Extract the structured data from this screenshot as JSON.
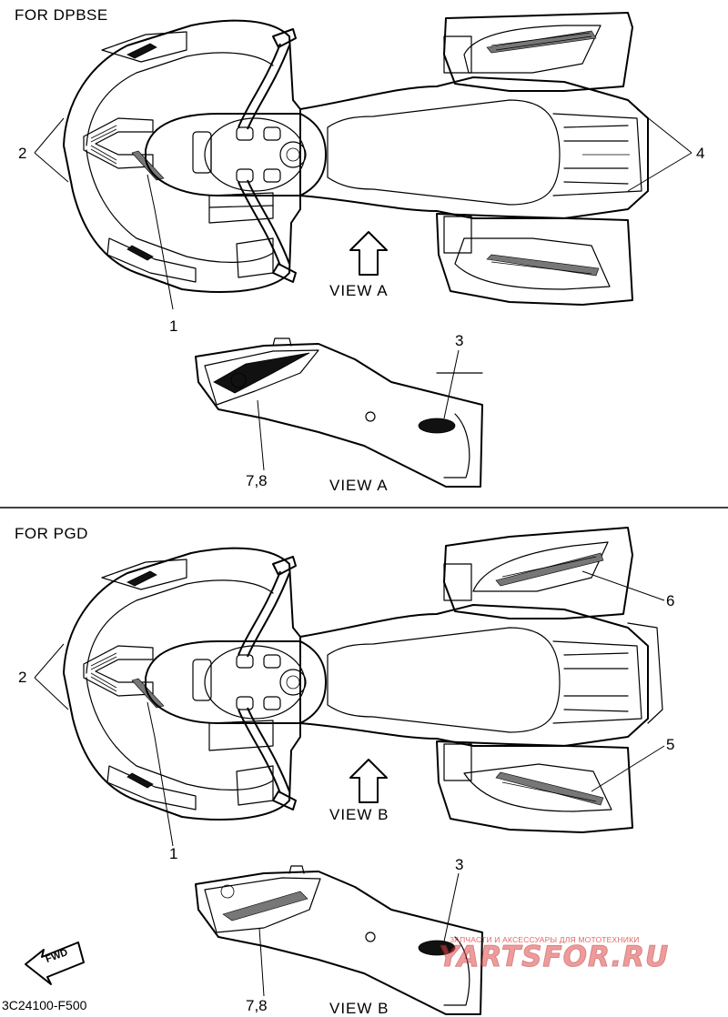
{
  "sections": [
    {
      "header": "FOR DPBSE",
      "view_top": "VIEW A",
      "view_bottom": "VIEW A",
      "callouts": {
        "left": "2",
        "right": "4",
        "front": "1",
        "side_right": "3",
        "side_left": "7,8"
      }
    },
    {
      "header": "FOR PGD",
      "view_top": "VIEW B",
      "view_bottom": "VIEW B",
      "callouts": {
        "left": "2",
        "right_top": "6",
        "right_bottom": "5",
        "front": "1",
        "side_right": "3",
        "side_left": "7,8"
      }
    }
  ],
  "fwd_label": "FWD",
  "part_code": "3C24100-F500",
  "watermark": {
    "small": "ЗАПЧАСТИ И АКСЕССУАРЫ ДЛЯ МОТОТЕХНИКИ",
    "big": "YARTSFOR.RU"
  }
}
